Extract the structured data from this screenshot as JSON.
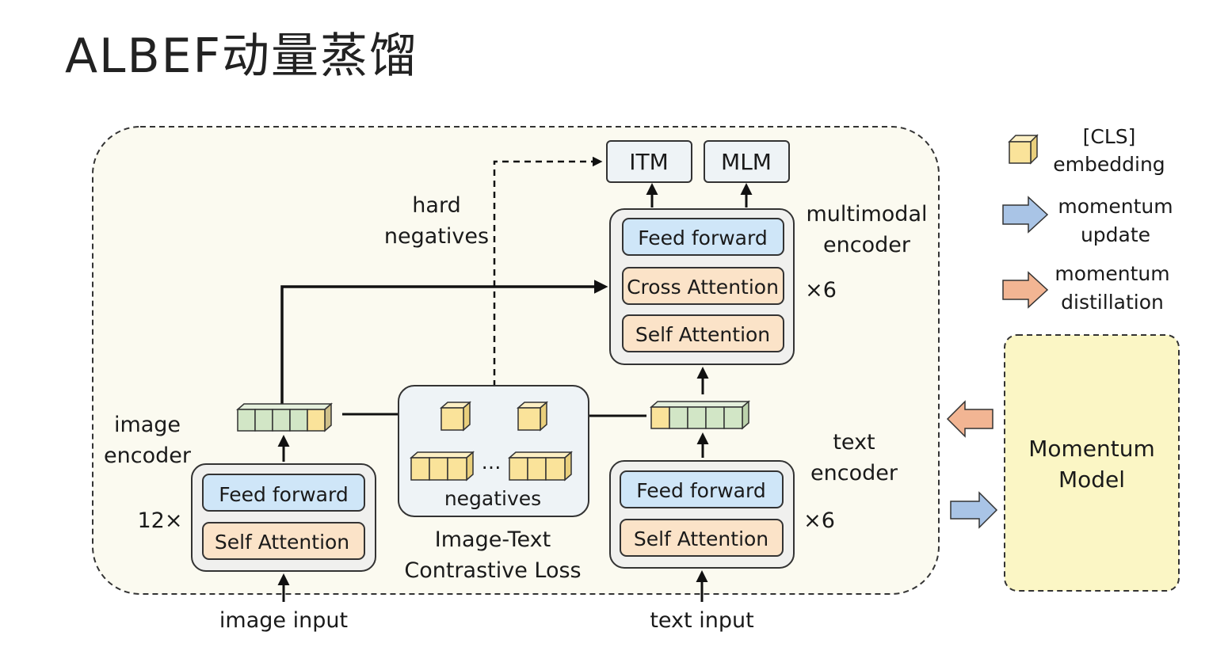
{
  "title": "ALBEF动量蒸馏",
  "diagram": {
    "output_heads": {
      "itm": "ITM",
      "mlm": "MLM"
    },
    "hard_negatives": [
      "hard",
      "negatives"
    ],
    "multimodal_encoder": {
      "label": [
        "multimodal",
        "encoder"
      ],
      "repeat": "×6",
      "feed_forward": "Feed forward",
      "cross_attention": "Cross Attention",
      "self_attention": "Self Attention"
    },
    "image_encoder": {
      "label": [
        "image",
        "encoder"
      ],
      "repeat": "12×",
      "feed_forward": "Feed forward",
      "self_attention": "Self Attention"
    },
    "text_encoder": {
      "label": [
        "text",
        "encoder"
      ],
      "repeat": "×6",
      "feed_forward": "Feed forward",
      "self_attention": "Self Attention"
    },
    "contrastive": {
      "ellipsis": "…",
      "negatives": "negatives",
      "label": [
        "Image-Text",
        "Contrastive Loss"
      ]
    },
    "inputs": {
      "image": "image input",
      "text": "text input"
    },
    "momentum_model": [
      "Momentum",
      "Model"
    ]
  },
  "legend": {
    "cls": [
      "[CLS]",
      "embedding"
    ],
    "momentum_update": [
      "momentum",
      "update"
    ],
    "momentum_distillation": [
      "momentum",
      "distillation"
    ]
  },
  "colors": {
    "panel_bg": "#fbfaf0",
    "block_blue": "#cfe6f8",
    "block_orange": "#fbe3c8",
    "stack_bg": "#f0f0ee",
    "cls_yellow": "#fae39a",
    "token_green": "#d2e6c6",
    "momentum_bg": "#fbf6c5",
    "arrow_blue": "#a9c4e6",
    "arrow_orange": "#f2b593"
  }
}
